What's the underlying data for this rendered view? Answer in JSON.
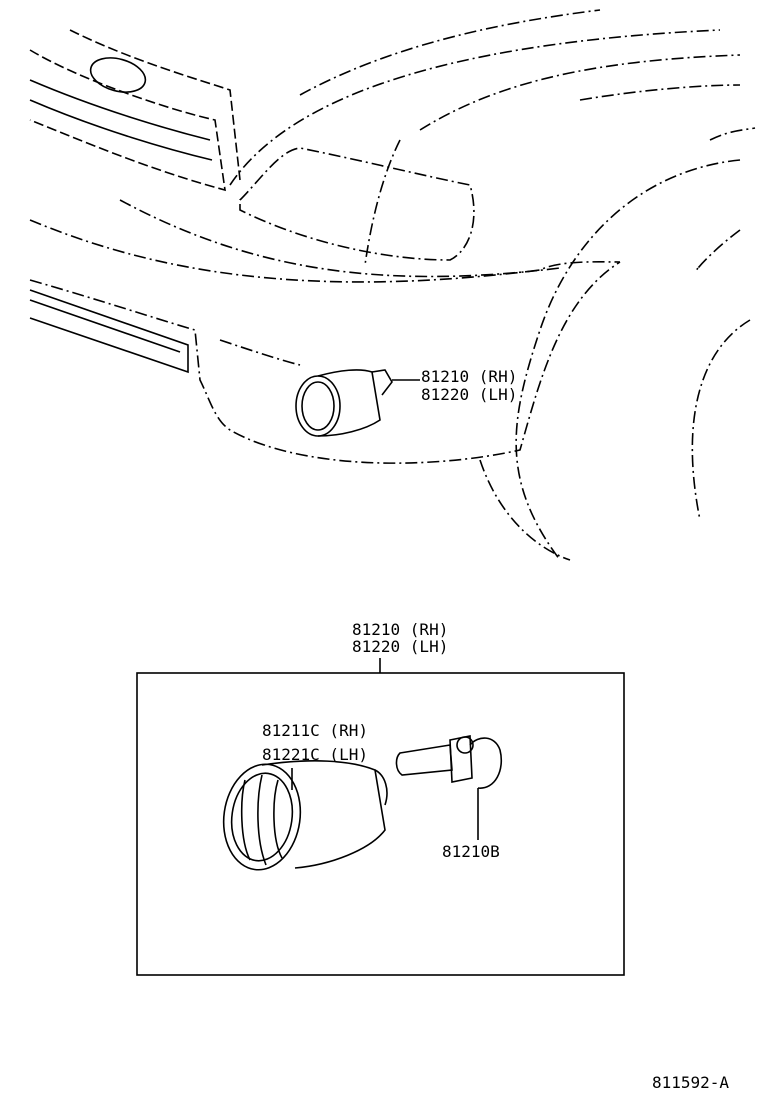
{
  "callouts": {
    "vehicle_part_rh": "81210 (RH)",
    "vehicle_part_lh": "81220 (LH)",
    "assembly_rh": "81210 (RH)",
    "assembly_lh": "81220 (LH)",
    "housing_rh": "81211C (RH)",
    "housing_lh": "81221C (LH)",
    "bulb": "81210B"
  },
  "diagram_id": "811592-A",
  "colors": {
    "line": "#000000",
    "background": "#ffffff"
  }
}
